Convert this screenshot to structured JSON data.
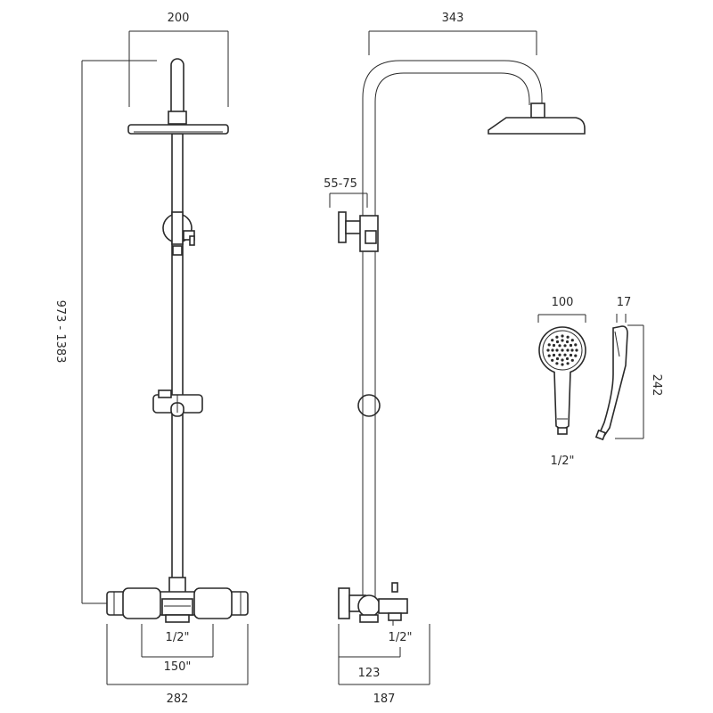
{
  "dimensions": {
    "front_head_width": "200",
    "front_height": "973 - 1383",
    "front_inlet": "1/2\"",
    "front_centres": "150\"",
    "front_total_width": "282",
    "side_arm_projection": "343",
    "side_wall_bracket": "55-75",
    "side_inlet": "1/2\"",
    "side_depth_123": "123",
    "side_depth_187": "187",
    "handset_diameter": "100",
    "handset_thickness": "17",
    "handset_length": "242",
    "handset_inlet": "1/2\""
  }
}
